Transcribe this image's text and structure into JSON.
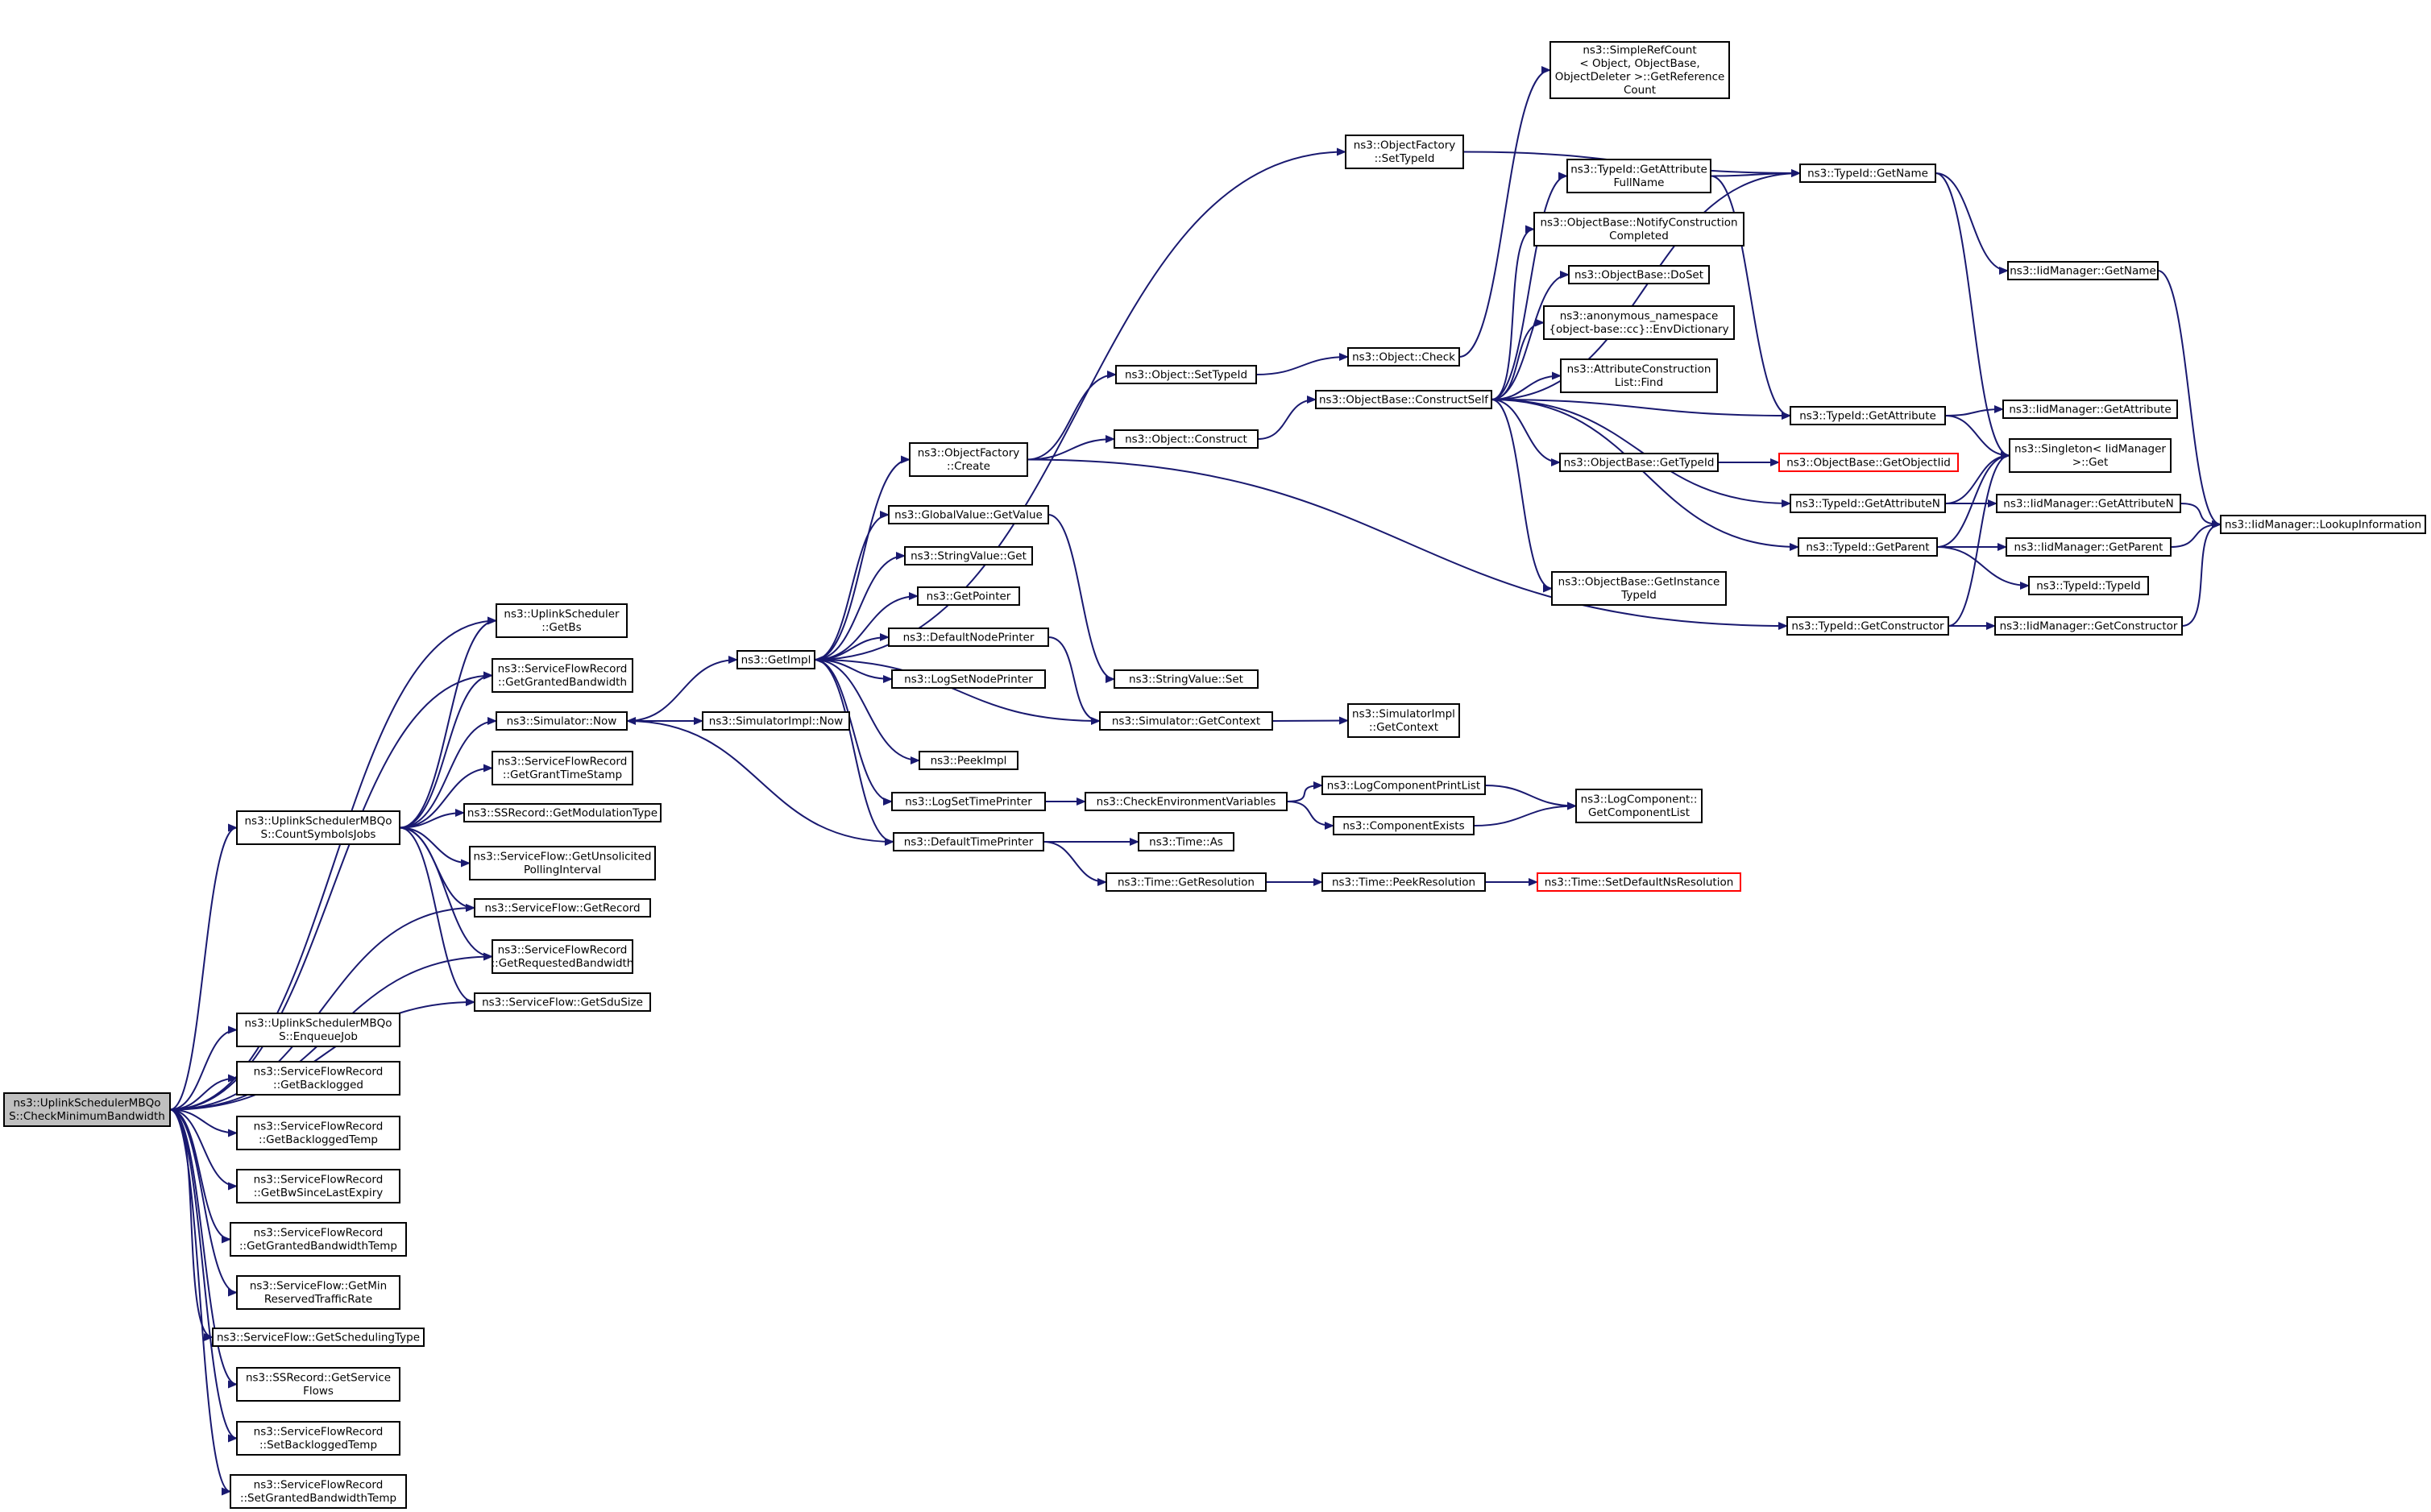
{
  "graph": {
    "root": "cmb",
    "nodes": {
      "cmb": {
        "lines": [
          "ns3::UplinkSchedulerMBQo",
          "S::CheckMinimumBandwidth"
        ],
        "root": true
      },
      "csj": {
        "lines": [
          "ns3::UplinkSchedulerMBQo",
          "S::CountSymbolsJobs"
        ]
      },
      "enq": {
        "lines": [
          "ns3::UplinkSchedulerMBQo",
          "S::EnqueueJob"
        ]
      },
      "getbs": {
        "lines": [
          "ns3::UplinkScheduler",
          "::GetBs"
        ]
      },
      "ggb": {
        "lines": [
          "ns3::ServiceFlowRecord",
          "::GetGrantedBandwidth"
        ]
      },
      "simnow": {
        "lines": [
          "ns3::Simulator::Now"
        ]
      },
      "ggts": {
        "lines": [
          "ns3::ServiceFlowRecord",
          "::GetGrantTimeStamp"
        ]
      },
      "ssmod": {
        "lines": [
          "ns3::SSRecord::GetModulationType"
        ]
      },
      "sfupi": {
        "lines": [
          "ns3::ServiceFlow::GetUnsolicited",
          "PollingInterval"
        ]
      },
      "sfrec": {
        "lines": [
          "ns3::ServiceFlow::GetRecord"
        ]
      },
      "grb": {
        "lines": [
          "ns3::ServiceFlowRecord",
          "::GetRequestedBandwidth"
        ]
      },
      "sdu": {
        "lines": [
          "ns3::ServiceFlow::GetSduSize"
        ]
      },
      "gbl": {
        "lines": [
          "ns3::ServiceFlowRecord",
          "::GetBacklogged"
        ]
      },
      "gblt": {
        "lines": [
          "ns3::ServiceFlowRecord",
          "::GetBackloggedTemp"
        ]
      },
      "gbsle": {
        "lines": [
          "ns3::ServiceFlowRecord",
          "::GetBwSinceLastExpiry"
        ]
      },
      "ggbt": {
        "lines": [
          "ns3::ServiceFlowRecord",
          "::GetGrantedBandwidthTemp"
        ]
      },
      "sfmin": {
        "lines": [
          "ns3::ServiceFlow::GetMin",
          "ReservedTrafficRate"
        ]
      },
      "sfsched": {
        "lines": [
          "ns3::ServiceFlow::GetSchedulingType"
        ]
      },
      "ssgsf": {
        "lines": [
          "ns3::SSRecord::GetService",
          "Flows"
        ]
      },
      "sblt": {
        "lines": [
          "ns3::ServiceFlowRecord",
          "::SetBackloggedTemp"
        ]
      },
      "sgbt": {
        "lines": [
          "ns3::ServiceFlowRecord",
          "::SetGrantedBandwidthTemp"
        ]
      },
      "getimpl": {
        "lines": [
          "ns3::GetImpl"
        ]
      },
      "simimplnow": {
        "lines": [
          "ns3::SimulatorImpl::Now"
        ]
      },
      "ofcreate": {
        "lines": [
          "ns3::ObjectFactory",
          "::Create"
        ]
      },
      "gvget": {
        "lines": [
          "ns3::GlobalValue::GetValue"
        ]
      },
      "svget": {
        "lines": [
          "ns3::StringValue::Get"
        ]
      },
      "getptr": {
        "lines": [
          "ns3::GetPointer"
        ]
      },
      "dnp": {
        "lines": [
          "ns3::DefaultNodePrinter"
        ]
      },
      "lsnp": {
        "lines": [
          "ns3::LogSetNodePrinter"
        ]
      },
      "peekimpl": {
        "lines": [
          "ns3::PeekImpl"
        ]
      },
      "lstp": {
        "lines": [
          "ns3::LogSetTimePrinter"
        ]
      },
      "dtp": {
        "lines": [
          "ns3::DefaultTimePrinter"
        ]
      },
      "ofsettid": {
        "lines": [
          "ns3::ObjectFactory",
          "::SetTypeId"
        ]
      },
      "objsettid": {
        "lines": [
          "ns3::Object::SetTypeId"
        ]
      },
      "objconstruct": {
        "lines": [
          "ns3::Object::Construct"
        ]
      },
      "svset": {
        "lines": [
          "ns3::StringValue::Set"
        ]
      },
      "simgetctx": {
        "lines": [
          "ns3::Simulator::GetContext"
        ]
      },
      "cev": {
        "lines": [
          "ns3::CheckEnvironmentVariables"
        ]
      },
      "timeas": {
        "lines": [
          "ns3::Time::As"
        ]
      },
      "timegetres": {
        "lines": [
          "ns3::Time::GetResolution"
        ]
      },
      "objcheck": {
        "lines": [
          "ns3::Object::Check"
        ]
      },
      "obcs": {
        "lines": [
          "ns3::ObjectBase::ConstructSelf"
        ]
      },
      "simimplgetctx": {
        "lines": [
          "ns3::SimulatorImpl",
          "::GetContext"
        ]
      },
      "lcpl": {
        "lines": [
          "ns3::LogComponentPrintList"
        ]
      },
      "compexists": {
        "lines": [
          "ns3::ComponentExists"
        ]
      },
      "timepeekres": {
        "lines": [
          "ns3::Time::PeekResolution"
        ]
      },
      "src": {
        "lines": [
          "ns3::SimpleRefCount",
          "< Object, ObjectBase,",
          "ObjectDeleter >::GetReference",
          "Count"
        ]
      },
      "tidgafn": {
        "lines": [
          "ns3::TypeId::GetAttribute",
          "FullName"
        ]
      },
      "obnotify": {
        "lines": [
          "ns3::ObjectBase::NotifyConstruction",
          "Completed"
        ]
      },
      "obdoset": {
        "lines": [
          "ns3::ObjectBase::DoSet"
        ]
      },
      "anon": {
        "lines": [
          "ns3::anonymous_namespace",
          "{object-base::cc}::EnvDictionary"
        ]
      },
      "acfind": {
        "lines": [
          "ns3::AttributeConstruction",
          "List::Find"
        ]
      },
      "obgettid": {
        "lines": [
          "ns3::ObjectBase::GetTypeId"
        ]
      },
      "obgetinst": {
        "lines": [
          "ns3::ObjectBase::GetInstance",
          "TypeId"
        ]
      },
      "lcgcl": {
        "lines": [
          "ns3::LogComponent::",
          "GetComponentList"
        ]
      },
      "sdnr": {
        "lines": [
          "ns3::Time::SetDefaultNsResolution"
        ],
        "red": true
      },
      "tidgetname": {
        "lines": [
          "ns3::TypeId::GetName"
        ]
      },
      "tidgetattr": {
        "lines": [
          "ns3::TypeId::GetAttribute"
        ]
      },
      "obgetoid": {
        "lines": [
          "ns3::ObjectBase::GetObjectIid"
        ],
        "red": true
      },
      "tidgetattrn": {
        "lines": [
          "ns3::TypeId::GetAttributeN"
        ]
      },
      "tidgetparent": {
        "lines": [
          "ns3::TypeId::GetParent"
        ]
      },
      "tidgetctor": {
        "lines": [
          "ns3::TypeId::GetConstructor"
        ]
      },
      "iidgetname": {
        "lines": [
          "ns3::IidManager::GetName"
        ]
      },
      "iidgetattr": {
        "lines": [
          "ns3::IidManager::GetAttribute"
        ]
      },
      "singleton": {
        "lines": [
          "ns3::Singleton< IidManager",
          ">::Get"
        ]
      },
      "iidgetattrn": {
        "lines": [
          "ns3::IidManager::GetAttributeN"
        ]
      },
      "iidgetparent": {
        "lines": [
          "ns3::IidManager::GetParent"
        ]
      },
      "tidtypeid": {
        "lines": [
          "ns3::TypeId::TypeId"
        ]
      },
      "iidgetctor": {
        "lines": [
          "ns3::IidManager::GetConstructor"
        ]
      },
      "iidlookup": {
        "lines": [
          "ns3::IidManager::LookupInformation"
        ]
      }
    },
    "edges": [
      [
        "cmb",
        "csj"
      ],
      [
        "cmb",
        "enq"
      ],
      [
        "cmb",
        "getbs"
      ],
      [
        "cmb",
        "ggb"
      ],
      [
        "cmb",
        "sfrec"
      ],
      [
        "cmb",
        "grb"
      ],
      [
        "cmb",
        "sdu"
      ],
      [
        "cmb",
        "gbl"
      ],
      [
        "cmb",
        "gblt"
      ],
      [
        "cmb",
        "gbsle"
      ],
      [
        "cmb",
        "ggbt"
      ],
      [
        "cmb",
        "sfmin"
      ],
      [
        "cmb",
        "sfsched"
      ],
      [
        "cmb",
        "ssgsf"
      ],
      [
        "cmb",
        "sblt"
      ],
      [
        "cmb",
        "sgbt"
      ],
      [
        "csj",
        "getbs"
      ],
      [
        "csj",
        "ggb"
      ],
      [
        "csj",
        "simnow"
      ],
      [
        "csj",
        "ggts"
      ],
      [
        "csj",
        "ssmod"
      ],
      [
        "csj",
        "sfupi"
      ],
      [
        "csj",
        "sfrec"
      ],
      [
        "csj",
        "grb"
      ],
      [
        "csj",
        "sdu"
      ],
      [
        "simnow",
        "getimpl"
      ],
      [
        "simnow",
        "simimplnow"
      ],
      [
        "getimpl",
        "ofcreate"
      ],
      [
        "getimpl",
        "ofsettid"
      ],
      [
        "getimpl",
        "gvget"
      ],
      [
        "getimpl",
        "svget"
      ],
      [
        "getimpl",
        "getptr"
      ],
      [
        "getimpl",
        "dnp"
      ],
      [
        "getimpl",
        "lsnp"
      ],
      [
        "getimpl",
        "peekimpl"
      ],
      [
        "getimpl",
        "lstp"
      ],
      [
        "getimpl",
        "dtp"
      ],
      [
        "ofcreate",
        "objsettid"
      ],
      [
        "ofcreate",
        "objconstruct"
      ],
      [
        "ofcreate",
        "tidgetctor"
      ],
      [
        "gvget",
        "svset"
      ],
      [
        "dnp",
        "simgetctx"
      ],
      [
        "simgetctx",
        "getimpl"
      ],
      [
        "simgetctx",
        "simimplgetctx"
      ],
      [
        "lstp",
        "cev"
      ],
      [
        "dtp",
        "simnow"
      ],
      [
        "dtp",
        "timeas"
      ],
      [
        "dtp",
        "timegetres"
      ],
      [
        "objsettid",
        "objcheck"
      ],
      [
        "objcheck",
        "src"
      ],
      [
        "objconstruct",
        "obcs"
      ],
      [
        "cev",
        "lcpl"
      ],
      [
        "cev",
        "compexists"
      ],
      [
        "lcpl",
        "lcgcl"
      ],
      [
        "compexists",
        "lcgcl"
      ],
      [
        "timegetres",
        "timepeekres"
      ],
      [
        "timepeekres",
        "sdnr"
      ],
      [
        "ofsettid",
        "tidgetname"
      ],
      [
        "obcs",
        "tidgafn"
      ],
      [
        "obcs",
        "obnotify"
      ],
      [
        "obcs",
        "obdoset"
      ],
      [
        "obcs",
        "anon"
      ],
      [
        "obcs",
        "acfind"
      ],
      [
        "obcs",
        "obgettid"
      ],
      [
        "obcs",
        "obgetinst"
      ],
      [
        "obcs",
        "tidgetname"
      ],
      [
        "obcs",
        "tidgetattr"
      ],
      [
        "obcs",
        "tidgetattrn"
      ],
      [
        "obcs",
        "tidgetparent"
      ],
      [
        "tidgafn",
        "tidgetname"
      ],
      [
        "tidgafn",
        "tidgetattr"
      ],
      [
        "obgettid",
        "obgetoid"
      ],
      [
        "tidgetname",
        "iidgetname"
      ],
      [
        "tidgetname",
        "singleton"
      ],
      [
        "tidgetattr",
        "iidgetattr"
      ],
      [
        "tidgetattr",
        "singleton"
      ],
      [
        "tidgetattrn",
        "iidgetattrn"
      ],
      [
        "tidgetattrn",
        "singleton"
      ],
      [
        "tidgetparent",
        "iidgetparent"
      ],
      [
        "tidgetparent",
        "singleton"
      ],
      [
        "tidgetparent",
        "tidtypeid"
      ],
      [
        "tidgetctor",
        "iidgetctor"
      ],
      [
        "tidgetctor",
        "singleton"
      ],
      [
        "iidgetname",
        "iidlookup"
      ],
      [
        "iidgetattrn",
        "iidlookup"
      ],
      [
        "iidgetparent",
        "iidlookup"
      ],
      [
        "iidgetctor",
        "iidlookup"
      ]
    ]
  }
}
